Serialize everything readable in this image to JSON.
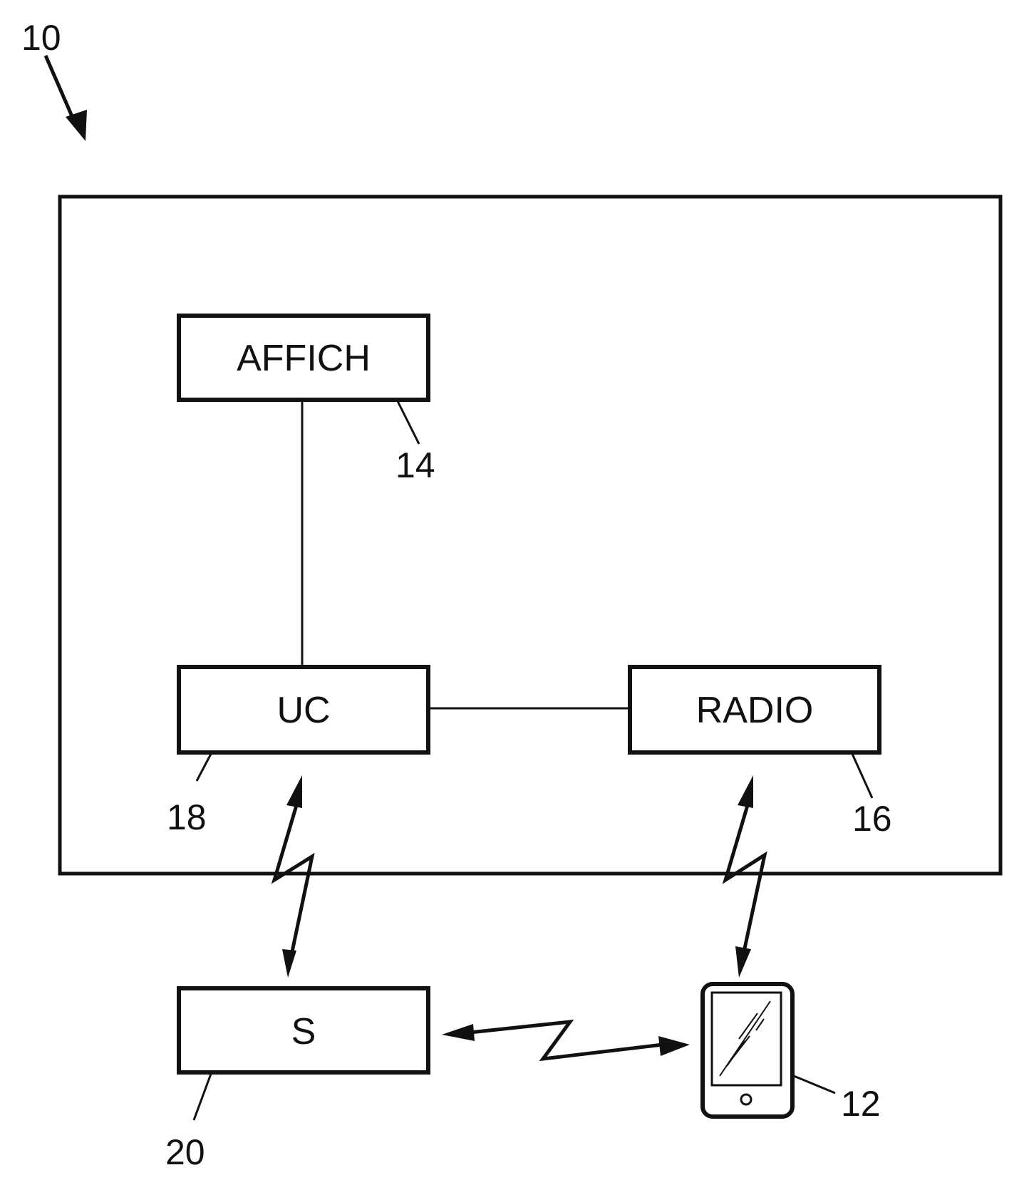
{
  "figure": {
    "reference": "10",
    "blocks": {
      "display": {
        "label": "AFFICH",
        "reference": "14"
      },
      "control_unit": {
        "label": "UC",
        "reference": "18"
      },
      "radio": {
        "label": "RADIO",
        "reference": "16"
      },
      "server": {
        "label": "S",
        "reference": "20"
      },
      "mobile_device": {
        "reference": "12",
        "icon": "smartphone-icon"
      }
    },
    "links": [
      {
        "from": "AFFICH",
        "to": "UC",
        "type": "wired"
      },
      {
        "from": "UC",
        "to": "RADIO",
        "type": "wired"
      },
      {
        "from": "UC",
        "to": "S",
        "type": "wireless-bidirectional"
      },
      {
        "from": "RADIO",
        "to": "12",
        "type": "wireless-bidirectional"
      },
      {
        "from": "S",
        "to": "12",
        "type": "wireless-bidirectional"
      }
    ]
  }
}
